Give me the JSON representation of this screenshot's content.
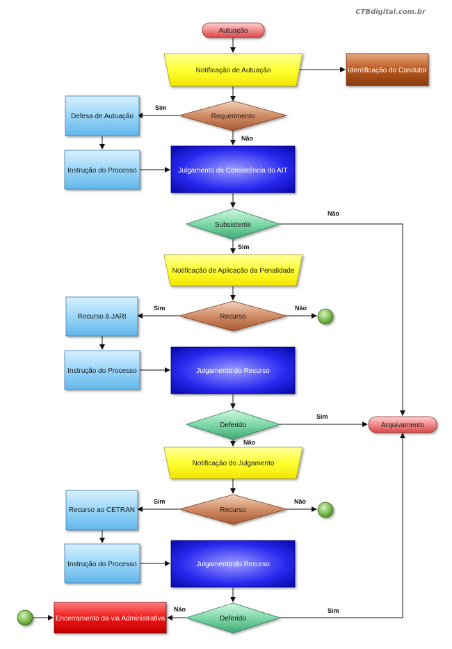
{
  "watermark": "CTBdigital.com.br",
  "nodes": {
    "autuacao": "Autuação",
    "notificacao_autuacao": "Notificação de Autuação",
    "identificacao_condutor": "Identificação do Condutor",
    "requerimento": "Requerimento",
    "defesa_autuacao": "Defesa de Autuação",
    "instrucao_processo_1": "Instrução do Processo",
    "julgamento_ait": "Julgamento da Consistência do AIT",
    "subsistente": "Subsistente",
    "notificacao_penalidade": "Notificação de Aplicação da Penalidade",
    "recurso_1": "Recurso",
    "recurso_jari": "Recurso à JARI",
    "instrucao_processo_2": "Instrução do Processo",
    "julgamento_recurso_1": "Julgamento do Recurso",
    "deferido_1": "Deferido",
    "arquivamento": "Arquivamento",
    "notificacao_julgamento": "Notificação do Julgamento",
    "recurso_2": "Recurso",
    "recurso_cetran": "Recurso ao CETRAN",
    "instrucao_processo_3": "Instrução do Processo",
    "julgamento_recurso_2": "Julgamento do Recurso",
    "deferido_2": "Deferido",
    "encerramento": "Encerramento da via Administrativa"
  },
  "edge_labels": {
    "requerimento_sim": "Sim",
    "requerimento_nao": "Não",
    "subsistente_nao": "Não",
    "subsistente_sim": "Sim",
    "recurso1_sim": "Sim",
    "recurso1_nao": "Não",
    "deferido1_sim": "Sim",
    "deferido1_nao": "Não",
    "recurso2_sim": "Sim",
    "recurso2_nao": "Não",
    "deferido2_nao": "Não",
    "deferido2_sim": "Sim"
  },
  "colors": {
    "terminal_red": "#f08a8a",
    "trapezoid_yellow": "#ffff33",
    "process_blue": "#2020e0",
    "process_light_blue": "#8fd0f5",
    "decision_brown": "#c8825a",
    "decision_green": "#6fd6a0",
    "box_brown": "#b5541c",
    "box_red": "#ee1111",
    "circle_green": "#78b850"
  }
}
